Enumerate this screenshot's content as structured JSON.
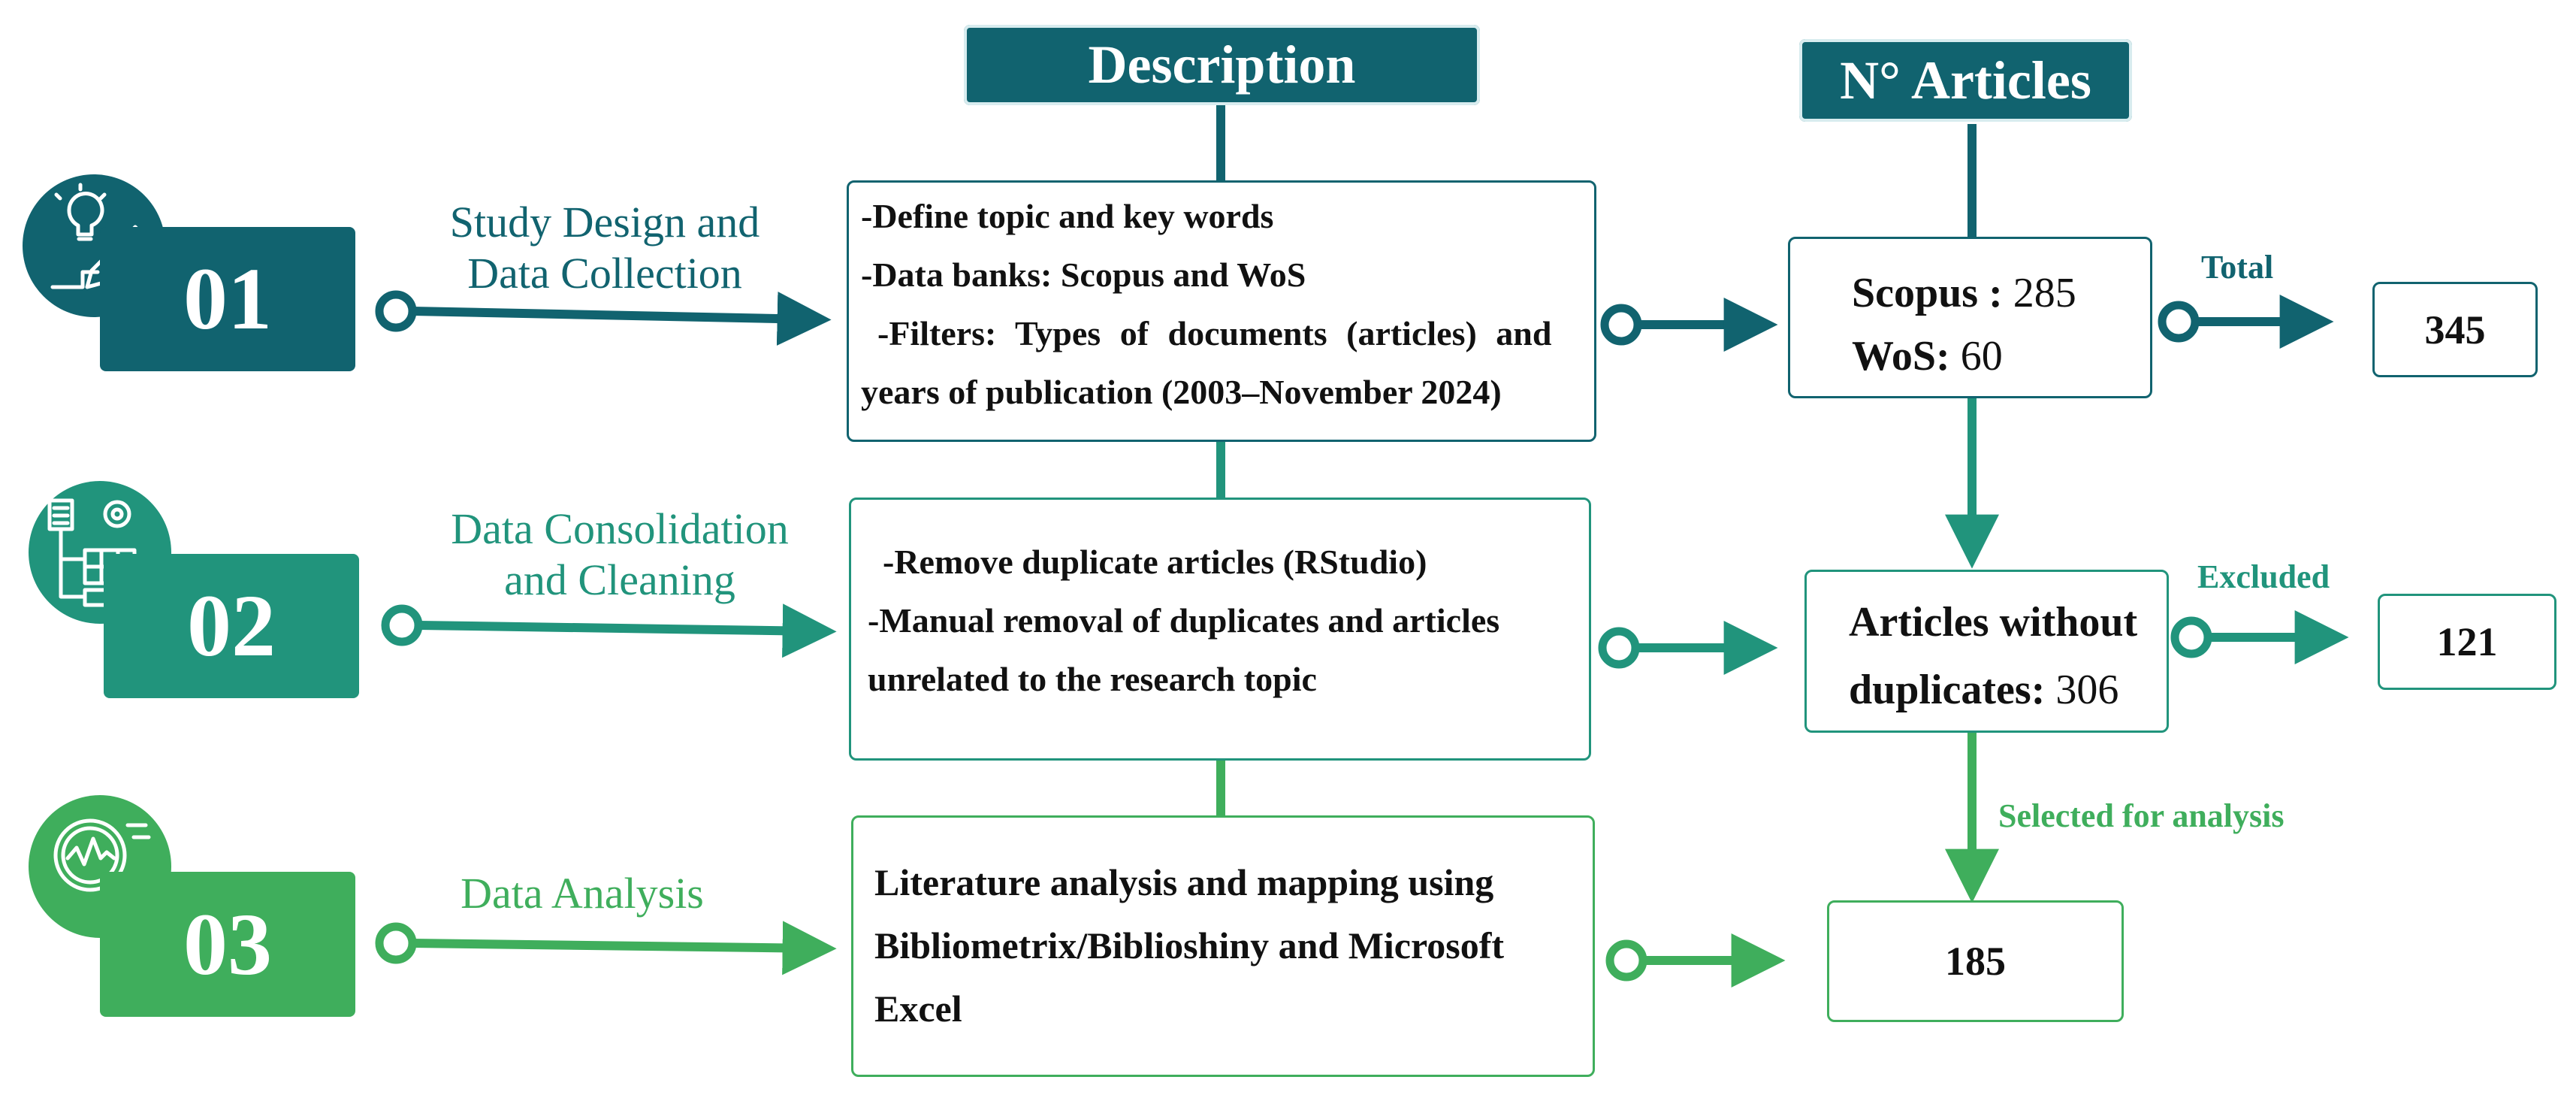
{
  "headers": {
    "description": "Description",
    "articles": "N° Articles"
  },
  "steps": [
    {
      "number": "01",
      "label_line1": "Study Design and",
      "label_line2": "Data Collection",
      "color": "#11636f",
      "icon": "lightbulb-pencil-icon",
      "description": [
        "-Define topic and key words",
        "-Data banks: Scopus and WoS",
        "-Filters: Types of documents (articles) and",
        "years of publication (2003–November 2024)"
      ]
    },
    {
      "number": "02",
      "label_line1": "Data Consolidation",
      "label_line2": "and Cleaning",
      "color": "#21947c",
      "icon": "data-processing-icon",
      "description": [
        "-Remove duplicate articles (RStudio)",
        "-Manual removal of duplicates and articles",
        "unrelated to the research topic"
      ]
    },
    {
      "number": "03",
      "label_line1": "Data Analysis",
      "label_line2": "",
      "color": "#3fae5c",
      "icon": "magnifier-analysis-icon",
      "description": [
        "Literature analysis and mapping using",
        "Bibliometrix/Biblioshiny and Microsoft",
        "Excel"
      ]
    }
  ],
  "counts": {
    "scopus_label": "Scopus :",
    "scopus_value": "285",
    "wos_label": "WoS:",
    "wos_value": "60",
    "total_label": "Total",
    "total_value": "345",
    "dedup_line1": "Articles without",
    "dedup_label": "duplicates:",
    "dedup_value": "306",
    "excluded_label": "Excluded",
    "excluded_value": "121",
    "selected_label": "Selected for analysis",
    "selected_value": "185"
  },
  "colors": {
    "dark_teal": "#11636f",
    "teal_green": "#21947c",
    "green": "#3fae5c"
  }
}
